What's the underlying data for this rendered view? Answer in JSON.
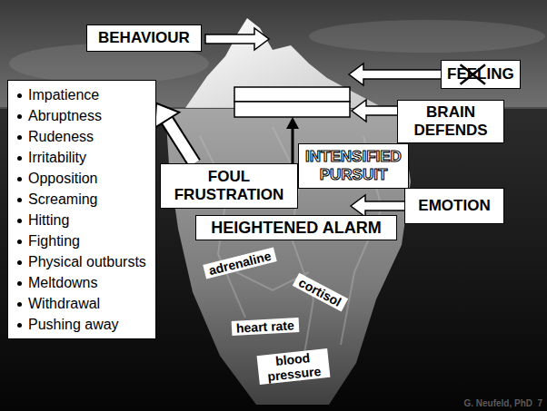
{
  "diagram": {
    "nodes": [
      {
        "text": [
          "BEHAVIOUR"
        ]
      },
      {
        "text": [
          "Impatience",
          "Abruptness",
          "Rudeness",
          "Irritability",
          "Opposition",
          "Screaming",
          "Hitting",
          "Fighting",
          "Physical outbursts",
          "Meltdowns",
          "Withdrawal",
          "Pushing away"
        ]
      },
      {
        "text": [
          "FEELING"
        ]
      },
      {
        "text": [
          "BRAIN DEFENDS"
        ]
      },
      {
        "text": [
          "INTENSIFIED PURSUIT"
        ]
      },
      {
        "text": [
          "FOUL FRUSTRATION"
        ]
      },
      {
        "text": [
          "EMOTION"
        ]
      },
      {
        "text": [
          "HEIGHTENED ALARM"
        ]
      },
      {
        "text": [
          "adrenaline"
        ]
      },
      {
        "text": [
          "cortisol"
        ]
      },
      {
        "text": [
          "heart rate"
        ]
      },
      {
        "text": [
          "blood pressure"
        ]
      }
    ],
    "edges": [
      {
        "from": 5,
        "to": 1,
        "arrow": "to"
      }
    ],
    "labels": [
      "G. Neufeld, PhD",
      "7"
    ]
  }
}
